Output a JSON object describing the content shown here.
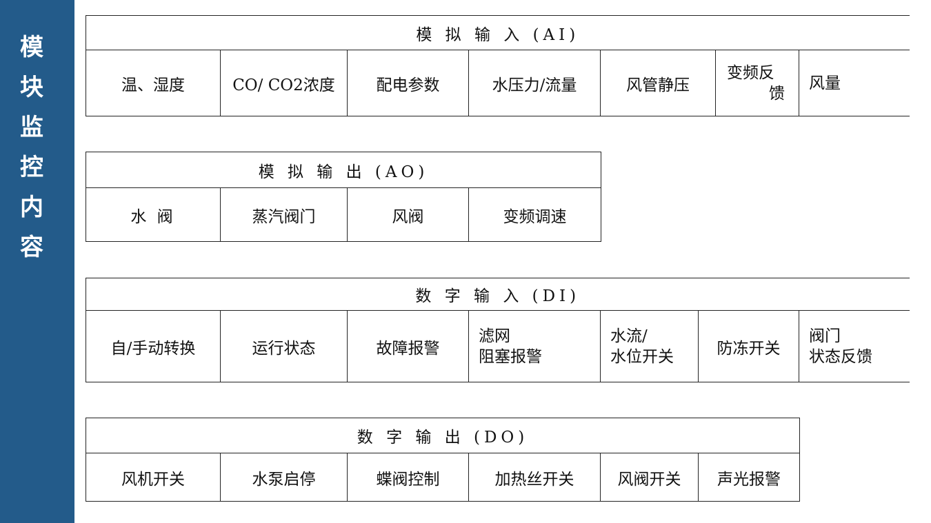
{
  "sidebar": {
    "title_chars": [
      "模",
      "块",
      "监",
      "控",
      "内",
      "容"
    ]
  },
  "ai_table": {
    "header": "模 拟 输 入 (AI)",
    "cells": [
      "温、湿度",
      "CO/ CO2浓度",
      "配电参数",
      "水压力/流量",
      "风管静压",
      "变频反",
      "馈",
      "风量"
    ]
  },
  "ao_table": {
    "header": "模 拟 输 出 (AO)",
    "cells": [
      "水 阀",
      "蒸汽阀门",
      "风阀",
      "变频调速"
    ]
  },
  "di_table": {
    "header": "数 字 输 入 (DI)",
    "cells": [
      "自/手动转换",
      "运行状态",
      "故障报警",
      "滤网",
      "阻塞报警",
      "水流/",
      "水位开关",
      "防冻开关",
      "阀门",
      "状态反馈"
    ]
  },
  "do_table": {
    "header": "数 字 输 出 (DO)",
    "cells": [
      "风机开关",
      "水泵启停",
      "蝶阀控制",
      "加热丝开关",
      "风阀开关",
      "声光报警"
    ]
  },
  "colors": {
    "sidebar": "#235b8a",
    "text": "#111111",
    "border": "#222222"
  }
}
